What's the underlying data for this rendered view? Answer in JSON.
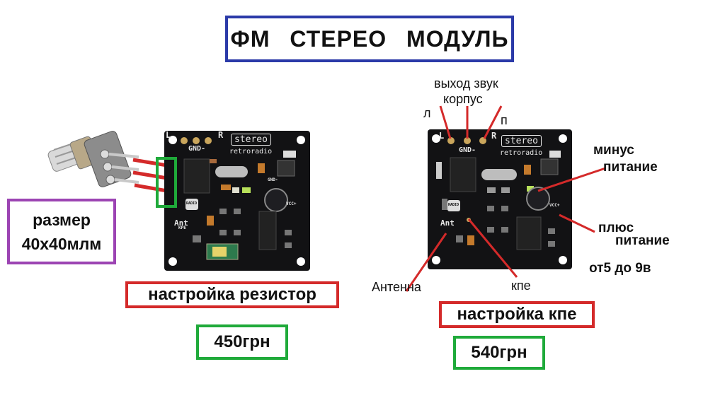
{
  "title": "ФМ   СТЕРЕО   МОДУЛЬ",
  "size_box": {
    "line1": "размер",
    "line2": "40x40млм"
  },
  "left_module": {
    "silk_stereo": "stereo",
    "silk_brand": "retroradio",
    "silk_l": "L",
    "silk_r": "R",
    "silk_gnd": "GND-",
    "silk_vcc": "VCC+",
    "silk_ant": "Ant",
    "silk_kpe": "KPE",
    "silk_radio": "RADIO",
    "caption": "настройка резистор",
    "price": "450грн"
  },
  "right_module": {
    "silk_stereo": "stereo",
    "silk_brand": "retroradio",
    "silk_l": "L",
    "silk_r": "R",
    "silk_gnd": "GND-",
    "silk_vcc": "VCC+",
    "silk_ant": "Ant",
    "silk_radio": "RADIO",
    "caption": "настройка кпе",
    "price": "540грн"
  },
  "annotations": {
    "audio_out": "выход звук",
    "ground": "корпус",
    "left_ch": "л",
    "right_ch": "п",
    "minus_1": "минус",
    "minus_2": "питание",
    "plus_1": "плюс",
    "plus_2": "питание",
    "voltage": "от5 до 9в",
    "antenna": "Антенна",
    "kpe": "кпе"
  },
  "colors": {
    "title_border": "#2b3aa8",
    "size_border": "#9c44b3",
    "caption_border": "#d42a2a",
    "price_border": "#1faa3a",
    "pcb": "#121214",
    "arrow": "#d42a2a"
  }
}
